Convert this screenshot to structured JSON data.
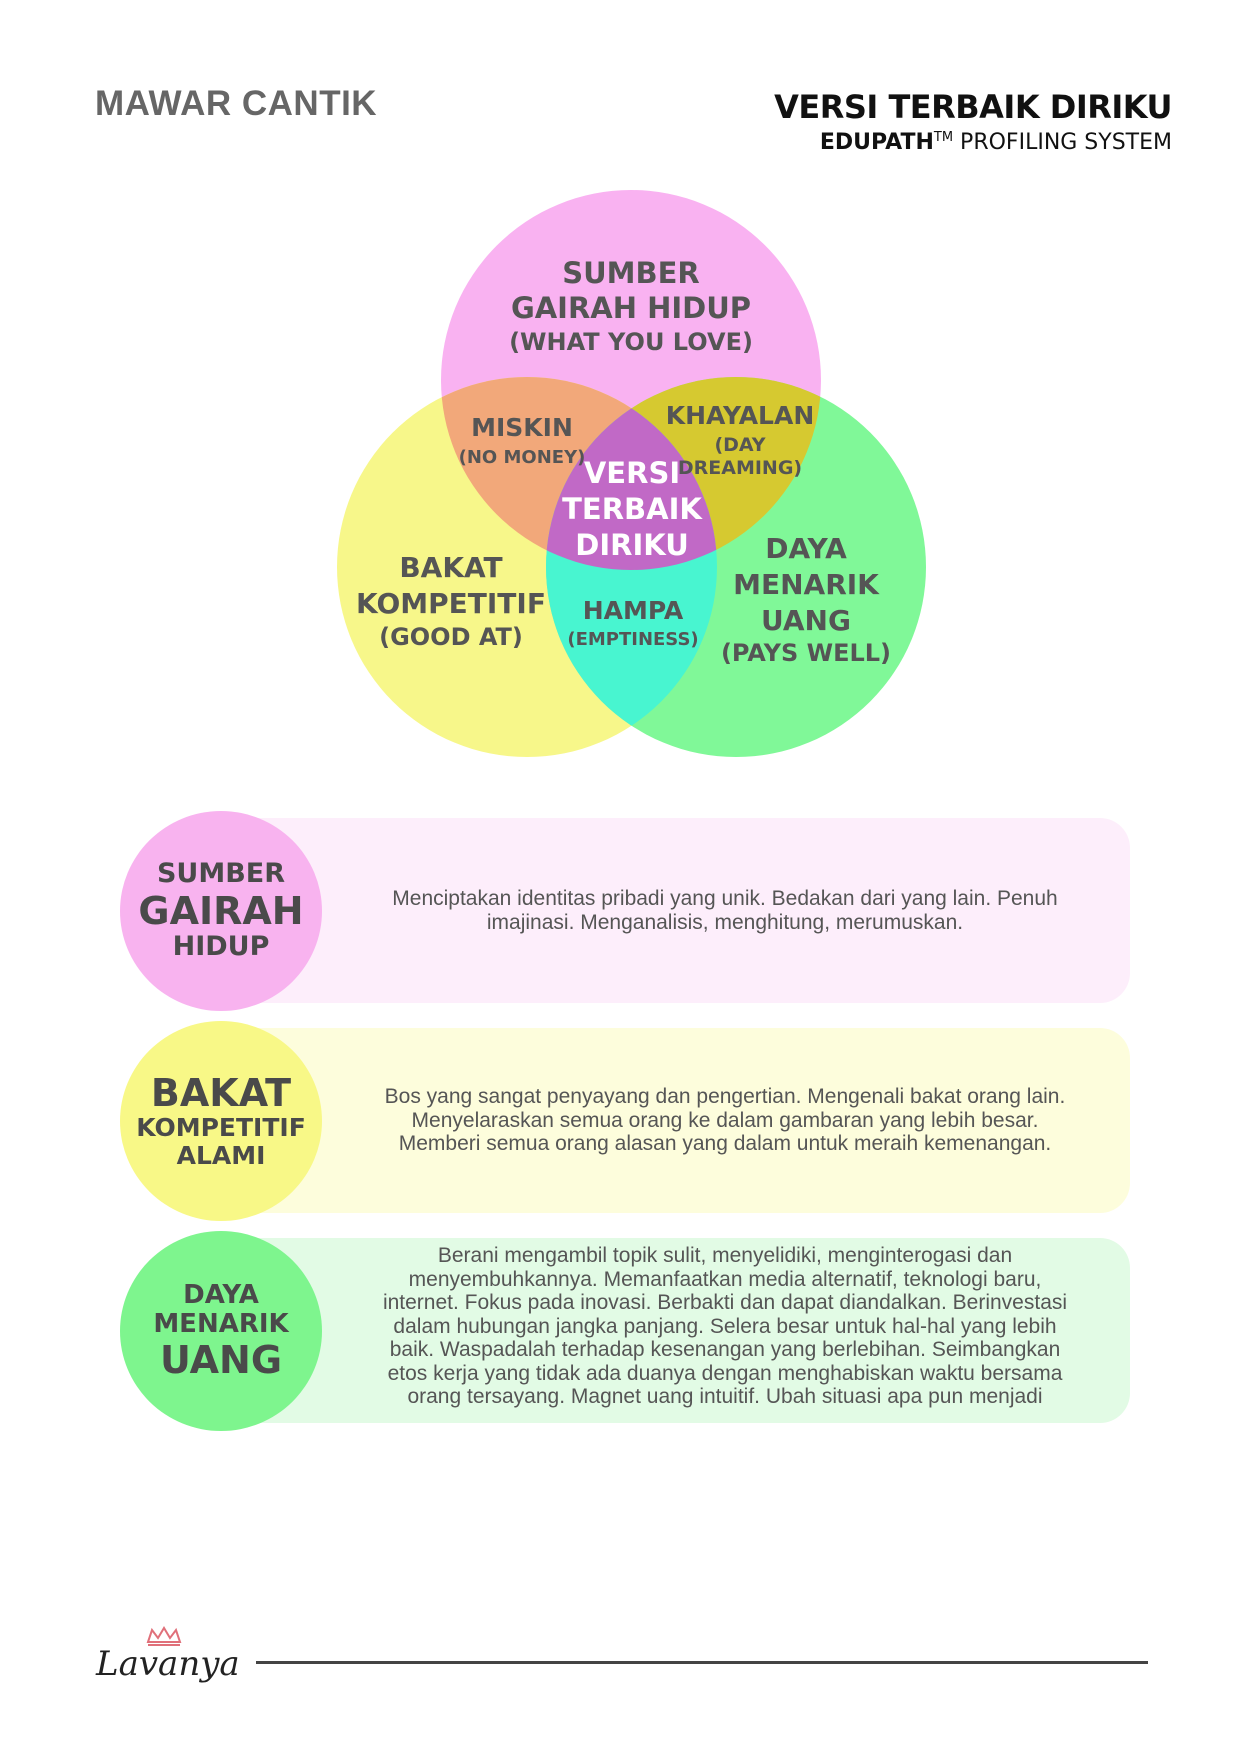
{
  "header": {
    "name": "MAWAR CANTIK",
    "title": "VERSI TERBAIK DIRIKU",
    "subtitle_brand": "EDUPATH",
    "subtitle_tm": "TM",
    "subtitle_rest": " PROFILING SYSTEM"
  },
  "venn": {
    "top": {
      "line1": "SUMBER",
      "line2": "GAIRAH HIDUP",
      "line3": "(WHAT YOU LOVE)"
    },
    "left": {
      "line1": "BAKAT",
      "line2": "KOMPETITIF",
      "line3": "(GOOD AT)"
    },
    "right": {
      "line1": "DAYA",
      "line2": "MENARIK",
      "line3": "UANG",
      "line4": "(PAYS WELL)"
    },
    "top_left": {
      "line1": "MISKIN",
      "line2": "(NO MONEY)"
    },
    "top_right": {
      "line1": "KHAYALAN",
      "line2": "(DAY",
      "line3": "DREAMING)"
    },
    "bottom": {
      "line1": "HAMPA",
      "line2": "(EMPTINESS)"
    },
    "center": {
      "line1": "VERSI",
      "line2": "TERBAIK",
      "line3": "DIRIKU"
    },
    "colors": {
      "top": "#f9b2f1",
      "left": "#f7f78a",
      "right": "#80f898",
      "top_left": "#f2a87a",
      "top_right": "#d6c930",
      "left_right": "#48f5d0",
      "center": "#c169c6"
    }
  },
  "cards": [
    {
      "bubble": {
        "line1": "SUMBER",
        "line2": "GAIRAH",
        "line3": "HIDUP"
      },
      "description": [
        "Menciptakan identitas pribadi yang unik. Bedakan dari yang lain. Penuh",
        "imajinasi. Menganalisis, menghitung, merumuskan."
      ],
      "bubble_color": "#f8b3ef",
      "bg_color": "#fdeefb"
    },
    {
      "bubble": {
        "line1": "BAKAT",
        "line2": "KOMPETITIF",
        "line3": "ALAMI"
      },
      "description": [
        "Bos yang sangat penyayang dan pengertian. Mengenali bakat orang lain.",
        "Menyelaraskan semua orang ke dalam gambaran yang lebih besar.",
        "Memberi semua orang alasan yang dalam untuk meraih kemenangan."
      ],
      "bubble_color": "#f8f887",
      "bg_color": "#fdfddc"
    },
    {
      "bubble": {
        "line1": "DAYA",
        "line2": "MENARIK",
        "line3": "UANG"
      },
      "description": [
        "Berani mengambil topik sulit, menyelidiki, menginterogasi dan",
        "menyembuhkannya. Memanfaatkan media alternatif, teknologi baru,",
        "internet. Fokus pada inovasi. Berbakti dan dapat diandalkan. Berinvestasi",
        "dalam hubungan jangka panjang. Selera besar untuk hal-hal yang lebih",
        "baik. Waspadalah terhadap kesenangan yang berlebihan. Seimbangkan",
        "etos kerja yang tidak ada duanya dengan menghabiskan waktu bersama",
        "orang tersayang. Magnet uang intuitif. Ubah situasi apa pun menjadi"
      ],
      "bubble_color": "#7ef58e",
      "bg_color": "#e2fbe5"
    }
  ],
  "footer": {
    "logo_text": "Lavanya",
    "logo_icon": "crown-icon"
  }
}
